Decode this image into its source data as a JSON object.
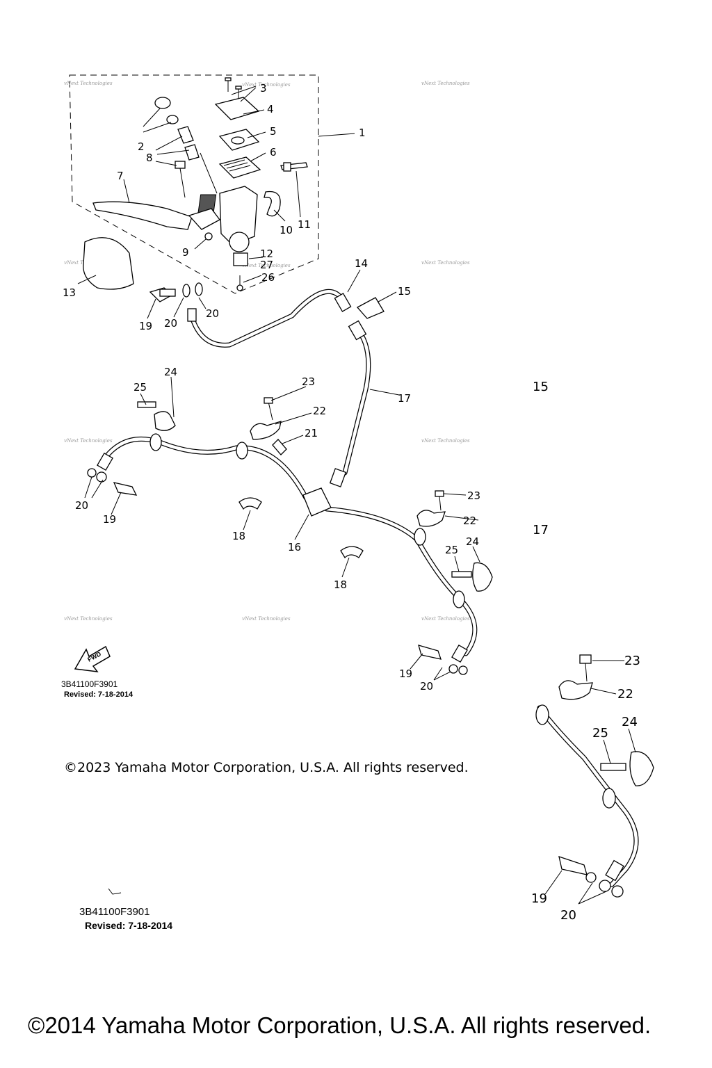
{
  "callouts": [
    {
      "id": "c1",
      "text": "1"
    },
    {
      "id": "c2",
      "text": "2"
    },
    {
      "id": "c3",
      "text": "3"
    },
    {
      "id": "c4",
      "text": "4"
    },
    {
      "id": "c5",
      "text": "5"
    },
    {
      "id": "c6",
      "text": "6"
    },
    {
      "id": "c7",
      "text": "7"
    },
    {
      "id": "c8",
      "text": "8"
    },
    {
      "id": "c9",
      "text": "9"
    },
    {
      "id": "c10",
      "text": "10"
    },
    {
      "id": "c11",
      "text": "11"
    },
    {
      "id": "c12",
      "text": "12"
    },
    {
      "id": "c13",
      "text": "13"
    },
    {
      "id": "c14",
      "text": "14"
    },
    {
      "id": "c15",
      "text": "15"
    },
    {
      "id": "c16",
      "text": "16"
    },
    {
      "id": "c17",
      "text": "17"
    },
    {
      "id": "c18",
      "text": "18"
    },
    {
      "id": "c19",
      "text": "19"
    },
    {
      "id": "c20",
      "text": "20"
    },
    {
      "id": "c21",
      "text": "21"
    },
    {
      "id": "c22",
      "text": "22"
    },
    {
      "id": "c23",
      "text": "23"
    },
    {
      "id": "c24",
      "text": "24"
    },
    {
      "id": "c25",
      "text": "25"
    },
    {
      "id": "c26",
      "text": "26"
    },
    {
      "id": "c27",
      "text": "27"
    }
  ],
  "watermark": "vNext Technologies",
  "fwd_label": "FWD",
  "diagram_code": "3B41100F3901",
  "revised": "Revised: 7-18-2014",
  "copyright_2023": "©2023 Yamaha Motor Corporation, U.S.A. All rights reserved.",
  "copyright_2014": "©2014 Yamaha Motor Corporation, U.S.A. All rights reserved."
}
